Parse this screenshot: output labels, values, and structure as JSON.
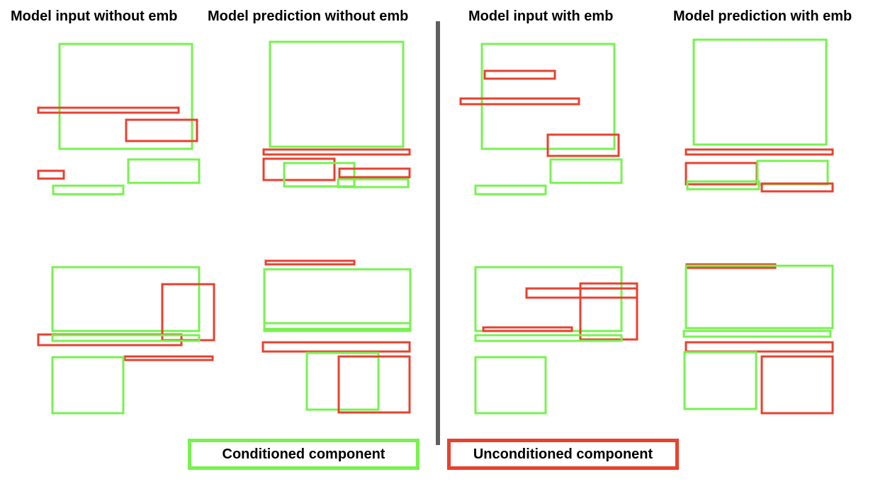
{
  "panels": {
    "input_without_emb_title": "Model input without emb",
    "prediction_without_emb_title": "Model prediction without emb",
    "input_with_emb_title": "Model input with emb",
    "prediction_with_emb_title": "Model prediction with emb"
  },
  "legend": {
    "conditioned_label": "Conditioned component",
    "unconditioned_label": "Unconditioned component"
  },
  "colors": {
    "conditioned": "#77f24f",
    "unconditioned": "#e8412f",
    "divider": "#5f5f5f"
  }
}
